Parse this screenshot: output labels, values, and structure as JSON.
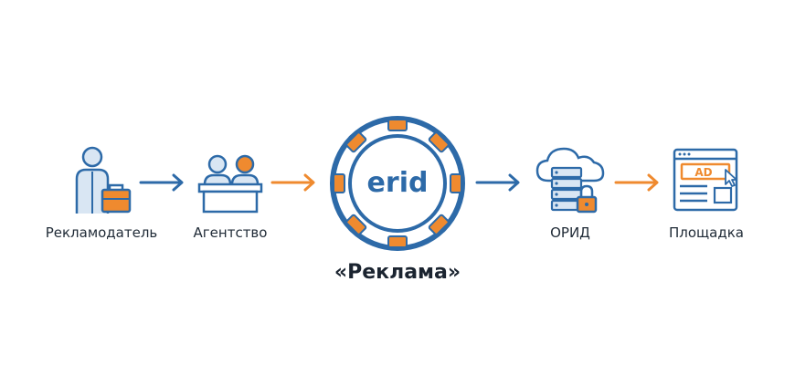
{
  "nodes": [
    {
      "label": "Рекламодатель",
      "icon": "advertiser-icon"
    },
    {
      "label": "Агентство",
      "icon": "agency-icon"
    },
    {
      "label": "ОРИД",
      "icon": "cloud-server-lock-icon"
    },
    {
      "label": "Площадка",
      "icon": "ad-platform-icon"
    }
  ],
  "center": {
    "badge_text": "erid",
    "caption": "«Реклама»",
    "icon": "erid-chip-icon"
  },
  "ad_screen_text": "AD",
  "colors": {
    "blue": "#2d6aa8",
    "orange": "#ef8a2f",
    "text": "#1f2a36"
  }
}
